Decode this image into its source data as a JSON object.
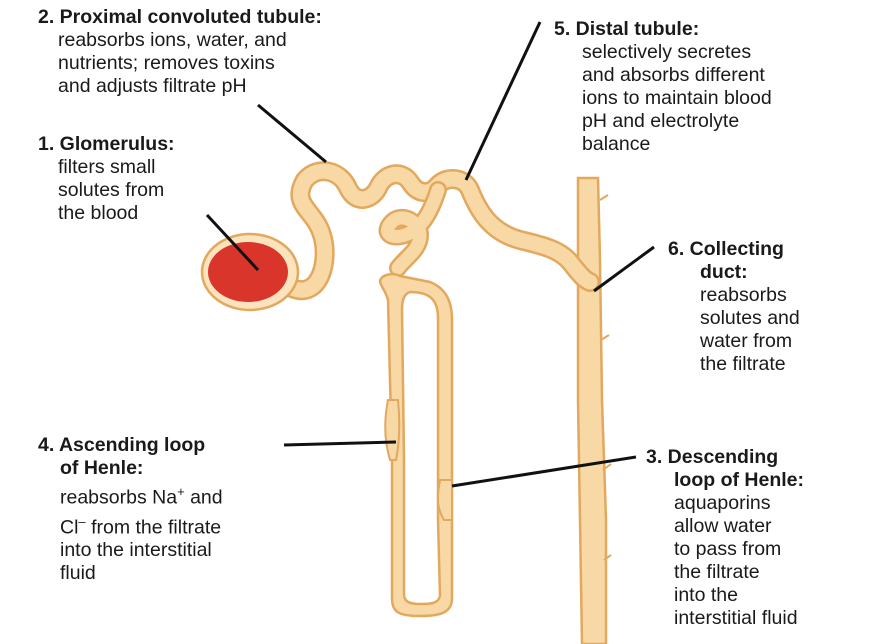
{
  "labels": {
    "glomerulus": {
      "title": "1. Glomerulus:",
      "text": "filters small\nsolutes from\nthe blood"
    },
    "proximal": {
      "title": "2. Proximal convoluted tubule:",
      "text": "reabsorbs ions, water, and\nnutrients; removes toxins\nand adjusts filtrate pH"
    },
    "descending": {
      "title_line1": "3. Descending",
      "title_line2": "loop of Henle:",
      "text": "aquaporins\nallow water\nto pass from\nthe filtrate\ninto the\ninterstitial fluid"
    },
    "ascending": {
      "title_line1": "4. Ascending loop",
      "title_line2": "of Henle:",
      "text_pre": "reabsorbs Na",
      "na_sup": "+",
      "text_mid": " and",
      "text_cl": "Cl",
      "cl_sup": "–",
      "text_post": " from the filtrate",
      "text_rest": "into the interstitial\nfluid"
    },
    "distal": {
      "title": "5. Distal tubule:",
      "text": "selectively secretes\nand absorbs different\nions to maintain blood\npH and electrolyte\nbalance"
    },
    "collecting": {
      "title_line1": "6. Collecting",
      "title_line2": "duct:",
      "text": "reabsorbs\nsolutes and\nwater from\nthe filtrate"
    }
  },
  "colors": {
    "tubule_fill": "#f8d9a6",
    "tubule_stroke": "#e2a85e",
    "glomerulus_fill": "#d9352a",
    "capsule_fill": "#fbe3bd",
    "leader": "#111111"
  }
}
